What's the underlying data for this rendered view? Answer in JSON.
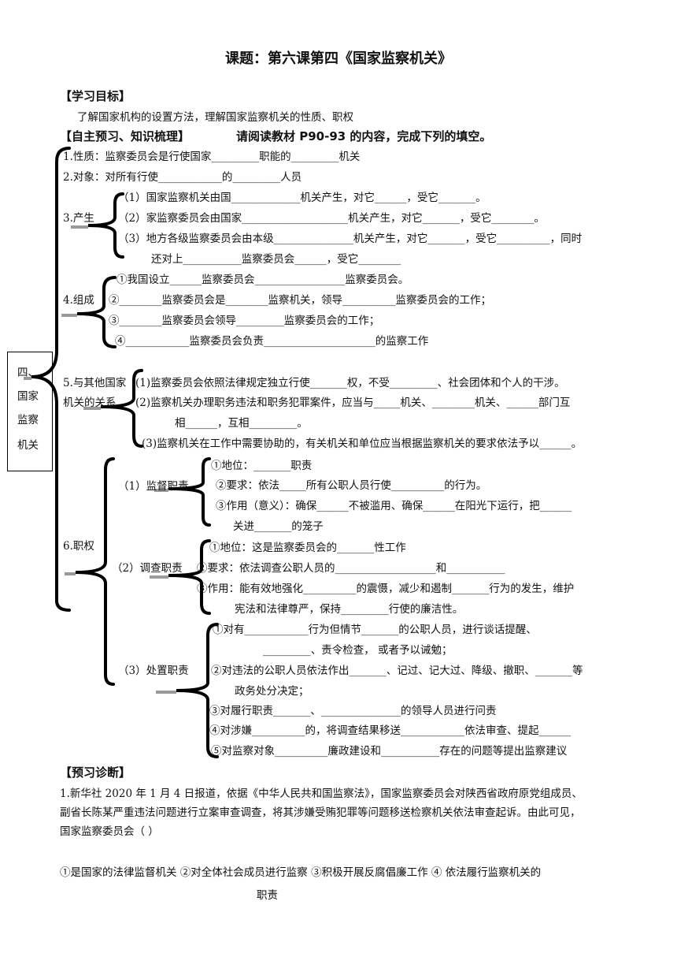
{
  "title": "课题：第六课第四《国家监察机关》",
  "sections": {
    "goals_heading": "【学习目标】",
    "goals_text": "了解国家机构的设置方法，理解国家监察机关的性质、职权",
    "preview_heading": "【自主预习、知识梳理】",
    "preview_instruction": "请阅读教材 P90-93 的内容，完成下列的填空。",
    "diagnosis_heading": "【预习诊断】"
  },
  "box_label": [
    "四、",
    "国家",
    "监察",
    "机关"
  ],
  "outline": {
    "nature": "1.性质：监察委员会是行使国家_________职能的_________机关",
    "object": "2.对象：对所有行使____________的_________人员",
    "origin_label": "3.产生",
    "origin": [
      "（1）国家监察机关由国_____________机关产生，对它______，受它_______。",
      "（2）家监察委员会由国家____________________机关产生，对它_______，受它________。",
      "（3）地方各级监察委员会由本级_______________机关产生，对它_______，受它__________，同时",
      "还对上___________监察委员会______，受它________"
    ],
    "composition_label": "4.组成",
    "composition": [
      "①我国设立______监察委员会_________________监察委员会。",
      "②________监察委员会是________监察机关，领导__________监察委员会的工作；",
      "③________监察委员会领导_________监察委员会的工作；",
      "④____________监察委员会负责_____________________的监察工作"
    ],
    "relation_label_1": "5.与其他国家",
    "relation_label_2": "机关的关系",
    "relation": [
      "(1)监察委员会依照法律规定独立行使_______权，不受_________、社会团体和个人的干涉。",
      "(2)监察机关办理职务违法和职务犯罪案件，应当与_____机关、________机关、______部门互",
      "相______，互相_________。",
      "(3)监察机关在工作中需要协助的，有关机关和单位应当根据监察机关的要求依法予以______。"
    ],
    "powers_label": "6.职权",
    "supervise_label": "（1）监督职责",
    "supervise": [
      "①地位：_______职责",
      "②要求：依法_____所有公职人员行使__________的行为。",
      "③作用（意义）：确保______不被滥用、确保______在阳光下运行，把______",
      "关进_______的笼子"
    ],
    "investigate_label": "（2）调查职责",
    "investigate": [
      "①地位：这是监察委员会的_______性工作",
      "②要求：依法调查公职人员的___________________和___________",
      "③作用：能有效地强化__________的震慑，减少和遏制_______行为的发生，维护",
      "宪法和法律尊严，保持_________行使的廉洁性。"
    ],
    "dispose_label": "（3）处置职责",
    "dispose": [
      "①对有____________行为但情节_______的公职人员，进行谈话提醒、",
      "_________、责令检查， 或者予以诫勉；",
      "②对违法的公职人员依法作出_______、记过、记大过、降级、撤职、_______等",
      "政务处分决定；",
      "③对履行职责_______、_______________的领导人员进行问责",
      "④对涉嫌__________的，将调查结果移送____________依法审查、提起______",
      "⑤对监察对象__________廉政建设和___________存在的问题等提出监察建议"
    ]
  },
  "question": {
    "lines": [
      "1.新华社 2020 年 1 月 4 日报道，依据《中华人民共和国监察法》，国家监察委员会对陕西省政府原党组成员、",
      "副省长陈某严重违法问题进行立案审查调查，将其涉嫌受贿犯罪等问题移送检察机关依法审查起诉。由此可见，",
      "国家监察委员会（       ）"
    ],
    "options_line": "①是国家的法律监督机关 ②对全体社会成员进行监察 ③积极开展反腐倡廉工作 ④       依法履行监察机关的",
    "options_line_cont": "职责"
  }
}
